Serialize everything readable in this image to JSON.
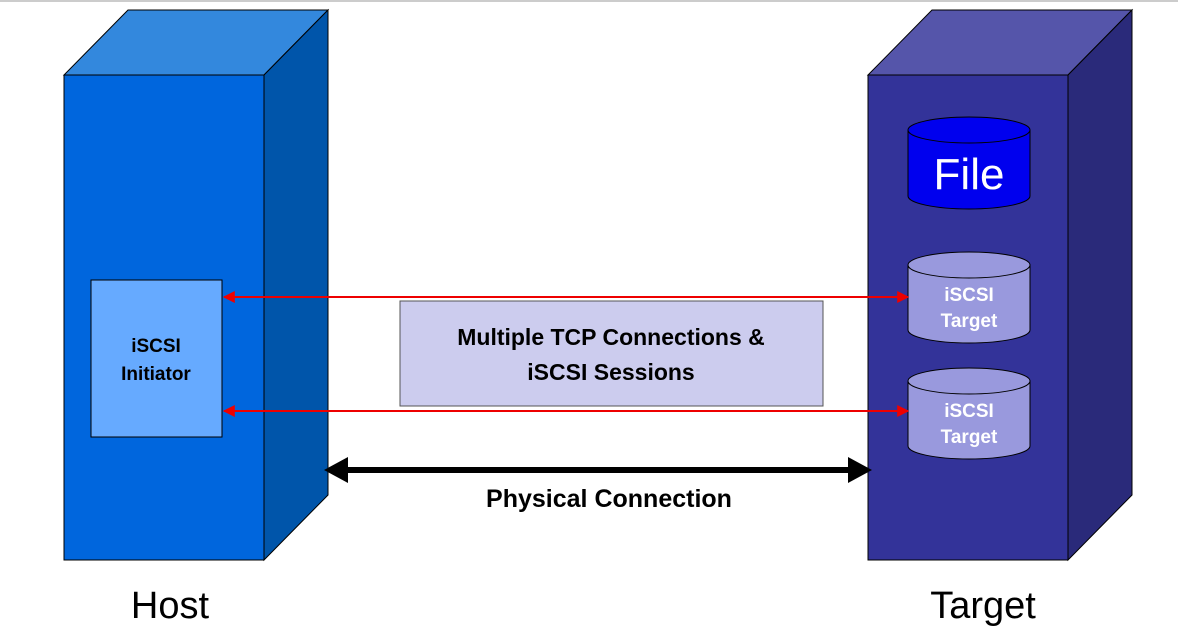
{
  "host": {
    "label": "Host",
    "initiator_line1": "iSCSI",
    "initiator_line2": "Initiator"
  },
  "target": {
    "label": "Target",
    "file_label": "File",
    "targets": [
      {
        "line1": "iSCSI",
        "line2": "Target"
      },
      {
        "line1": "iSCSI",
        "line2": "Target"
      }
    ]
  },
  "sessions": {
    "line1": "Multiple TCP Connections &",
    "line2": "iSCSI Sessions"
  },
  "physical": {
    "label": "Physical Connection"
  },
  "colors": {
    "host_front": "#0066DD",
    "host_top": "#3388DD",
    "host_side": "#0055AA",
    "initiator_fill": "#66AAFF",
    "target_front": "#333399",
    "target_top": "#5555AA",
    "target_side": "#2A2A7A",
    "file_fill": "#0000EE",
    "iscsi_target_fill": "#9999DD",
    "session_box_fill": "#CCCCEE",
    "connection_line": "#EE0000",
    "physical_arrow": "#000000"
  }
}
